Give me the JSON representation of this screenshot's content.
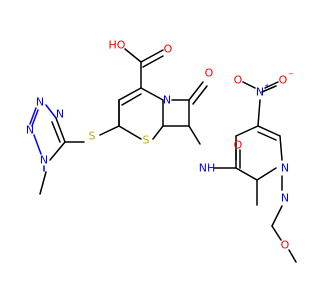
{
  "colors": {
    "carbon": "#000000",
    "nitrogen": "#0000ff",
    "oxygen": "#ff0000",
    "sulfur": "#b2b200"
  },
  "labels": {
    "tz_n1": "N",
    "tz_n2": "N",
    "tz_n3": "N",
    "tz_n4": "N",
    "thioether_s": "S",
    "ring_s": "S",
    "ring_n": "N",
    "acid_oh": "HO",
    "acid_o": "O",
    "lactam_o": "O",
    "amide_nh": "NH",
    "amide_o": "O",
    "pz_n1": "N",
    "pz_n2": "N",
    "methoxy_o": "O",
    "nitro_n": "N",
    "nitro_plus": "+",
    "nitro_o1": "O",
    "nitro_o2": "O",
    "nitro_minus": "−"
  }
}
